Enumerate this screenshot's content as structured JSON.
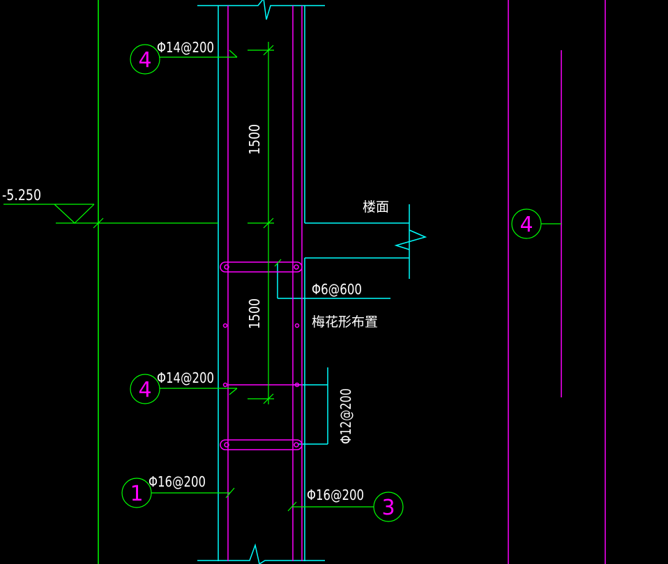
{
  "colors": {
    "background": "#000000",
    "green": "#00ff00",
    "cyan": "#00ffff",
    "magenta": "#ff00ff",
    "white": "#ffffff"
  },
  "labels": {
    "elevation": "-5.250",
    "floor": "楼面",
    "bar_top": "Φ14@200",
    "bar_mid": "Φ14@200",
    "tie_bar": "Φ6@600",
    "tie_note": "梅花形布置",
    "stirrup": "Φ12@200",
    "bar_left_bottom": "Φ16@200",
    "bar_right_bottom": "Φ16@200"
  },
  "dimensions": {
    "upper": "1500",
    "lower": "1500"
  },
  "bubbles": {
    "top_left": "4",
    "mid_left": "4",
    "right": "4",
    "bottom_left": "1",
    "bottom_right": "3"
  }
}
